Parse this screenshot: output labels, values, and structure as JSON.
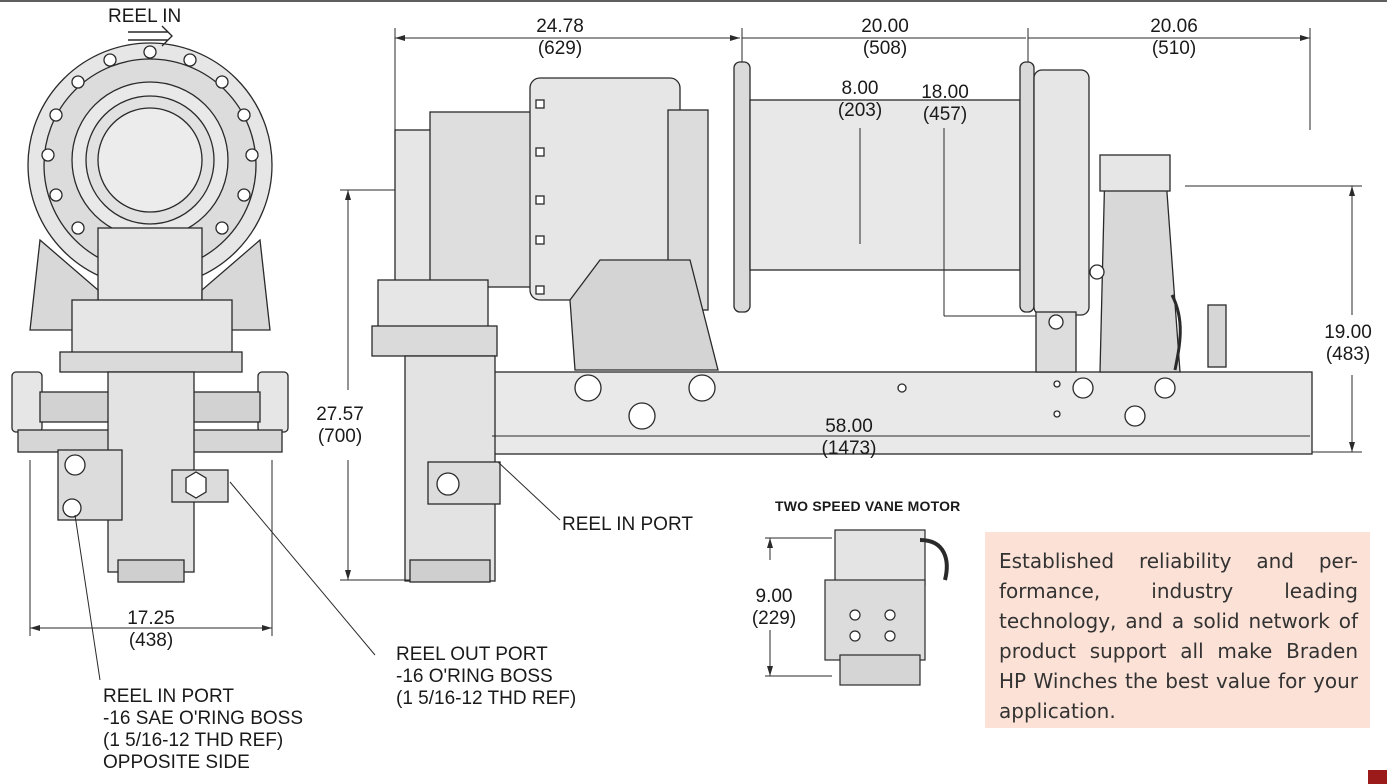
{
  "colors": {
    "line": "#2a2a2a",
    "part_fill": "#e6e6e6",
    "part_shadow": "#c9c9c9",
    "callout_bg": "#fbe1d6",
    "accent": "#9b1b1b"
  },
  "labels": {
    "reel_in_top": "REEL IN",
    "reel_in_port_right": "REEL IN PORT",
    "reel_out_port": [
      "REEL OUT PORT",
      "-16 O'RING BOSS",
      "(1 5/16-12 THD REF)"
    ],
    "reel_in_port_left": [
      "REEL IN PORT",
      "-16 SAE O'RING BOSS",
      "(1 5/16-12 THD REF)",
      "OPPOSITE SIDE"
    ],
    "motor_title": "TWO SPEED VANE MOTOR"
  },
  "dimensions": {
    "d1": {
      "in": "24.78",
      "mm": "(629)"
    },
    "d2": {
      "in": "20.00",
      "mm": "(508)"
    },
    "d3": {
      "in": "20.06",
      "mm": "(510)"
    },
    "d4": {
      "in": "8.00",
      "mm": "(203)"
    },
    "d5": {
      "in": "18.00",
      "mm": "(457)"
    },
    "d6": {
      "in": "27.57",
      "mm": "(700)"
    },
    "d7": {
      "in": "58.00",
      "mm": "(1473)"
    },
    "d8": {
      "in": "19.00",
      "mm": "(483)"
    },
    "d9": {
      "in": "17.25",
      "mm": "(438)"
    },
    "d10": {
      "in": "9.00",
      "mm": "(229)"
    }
  },
  "callout": {
    "text": "Established reliability and per-formance, industry leading technology, and a solid network of product support all make Braden HP Winches the best value for your application."
  }
}
